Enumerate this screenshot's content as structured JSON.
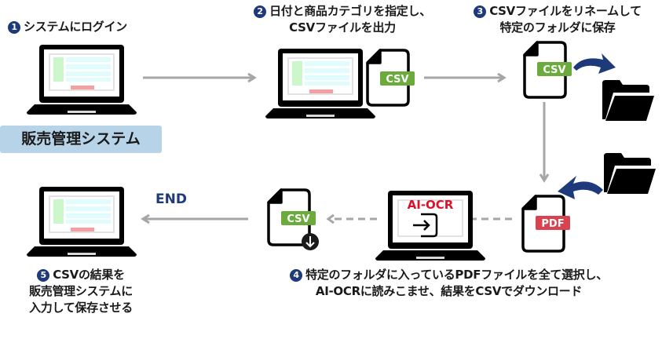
{
  "steps": {
    "s1": {
      "num": "1",
      "text": "システムにログイン"
    },
    "s2": {
      "num": "2",
      "line1": "日付と商品カテゴリを指定し、",
      "line2": "CSVファイルを出力"
    },
    "s3": {
      "num": "3",
      "line1": "CSVファイルをリネームして",
      "line2": "特定のフォルダに保存"
    },
    "s4": {
      "num": "4",
      "line1": "特定のフォルダに入っているPDFファイルを全て選択し、",
      "line2": "AI-OCRに読みこませ、結果をCSVでダウンロード"
    },
    "s5": {
      "num": "5",
      "line1": "CSVの結果を",
      "line2": "販売管理システムに",
      "line3": "入力して保存させる"
    }
  },
  "system_label": "販売管理システム",
  "end_label": "END",
  "file_badges": {
    "csv": "CSV",
    "pdf": "PDF"
  },
  "ocr_label": "AI-OCR",
  "colors": {
    "accent_navy": "#1e3a7a",
    "csv_green": "#6aab3c",
    "pdf_red": "#d9434f",
    "ocr_red": "#e0102a",
    "arrow_gray": "#a6a6a6",
    "system_box": "#b7d3e8",
    "screen_green": "#ccf7cc",
    "screen_cyan": "#e0fcfc",
    "screen_pink": "#f5a0a0"
  }
}
